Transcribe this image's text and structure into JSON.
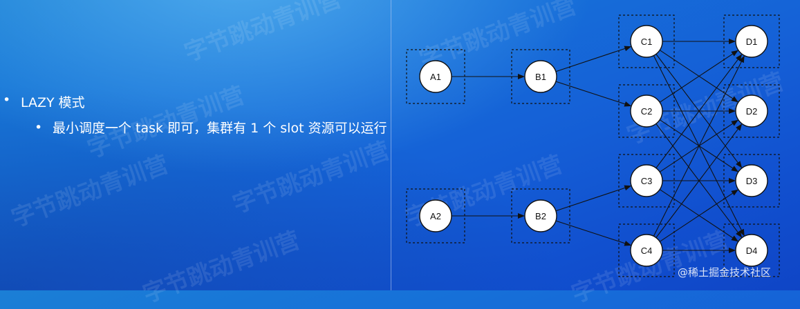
{
  "bullets": {
    "item1": "LAZY 模式",
    "item1_sub": "最小调度一个 task 即可，集群有 1 个 slot 资源可以运行",
    "bullet_glyph": "•"
  },
  "diagram": {
    "nodes": [
      {
        "id": "A1",
        "label": "A1",
        "col": 0,
        "row": 0
      },
      {
        "id": "A2",
        "label": "A2",
        "col": 0,
        "row": 1
      },
      {
        "id": "B1",
        "label": "B1",
        "col": 1,
        "row": 0
      },
      {
        "id": "B2",
        "label": "B2",
        "col": 1,
        "row": 1
      },
      {
        "id": "C1",
        "label": "C1",
        "col": 2,
        "row": 0
      },
      {
        "id": "C2",
        "label": "C2",
        "col": 2,
        "row": 1
      },
      {
        "id": "C3",
        "label": "C3",
        "col": 2,
        "row": 2
      },
      {
        "id": "C4",
        "label": "C4",
        "col": 2,
        "row": 3
      },
      {
        "id": "D1",
        "label": "D1",
        "col": 3,
        "row": 0
      },
      {
        "id": "D2",
        "label": "D2",
        "col": 3,
        "row": 1
      },
      {
        "id": "D3",
        "label": "D3",
        "col": 3,
        "row": 2
      },
      {
        "id": "D4",
        "label": "D4",
        "col": 3,
        "row": 3
      }
    ],
    "edges": [
      [
        "A1",
        "B1"
      ],
      [
        "A2",
        "B2"
      ],
      [
        "B1",
        "C1"
      ],
      [
        "B1",
        "C2"
      ],
      [
        "B2",
        "C3"
      ],
      [
        "B2",
        "C4"
      ],
      [
        "C1",
        "D1"
      ],
      [
        "C1",
        "D2"
      ],
      [
        "C1",
        "D3"
      ],
      [
        "C1",
        "D4"
      ],
      [
        "C2",
        "D1"
      ],
      [
        "C2",
        "D2"
      ],
      [
        "C2",
        "D3"
      ],
      [
        "C2",
        "D4"
      ],
      [
        "C3",
        "D1"
      ],
      [
        "C3",
        "D2"
      ],
      [
        "C3",
        "D3"
      ],
      [
        "C3",
        "D4"
      ],
      [
        "C4",
        "D1"
      ],
      [
        "C4",
        "D2"
      ],
      [
        "C4",
        "D3"
      ],
      [
        "C4",
        "D4"
      ]
    ]
  },
  "watermark": {
    "text": "字节跳动青训营"
  },
  "credit": {
    "text": "@稀土掘金技术社区"
  },
  "colors": {
    "node_fill": "#ffffff",
    "node_stroke": "#111111",
    "edge": "#111111",
    "text": "#ffffff"
  }
}
